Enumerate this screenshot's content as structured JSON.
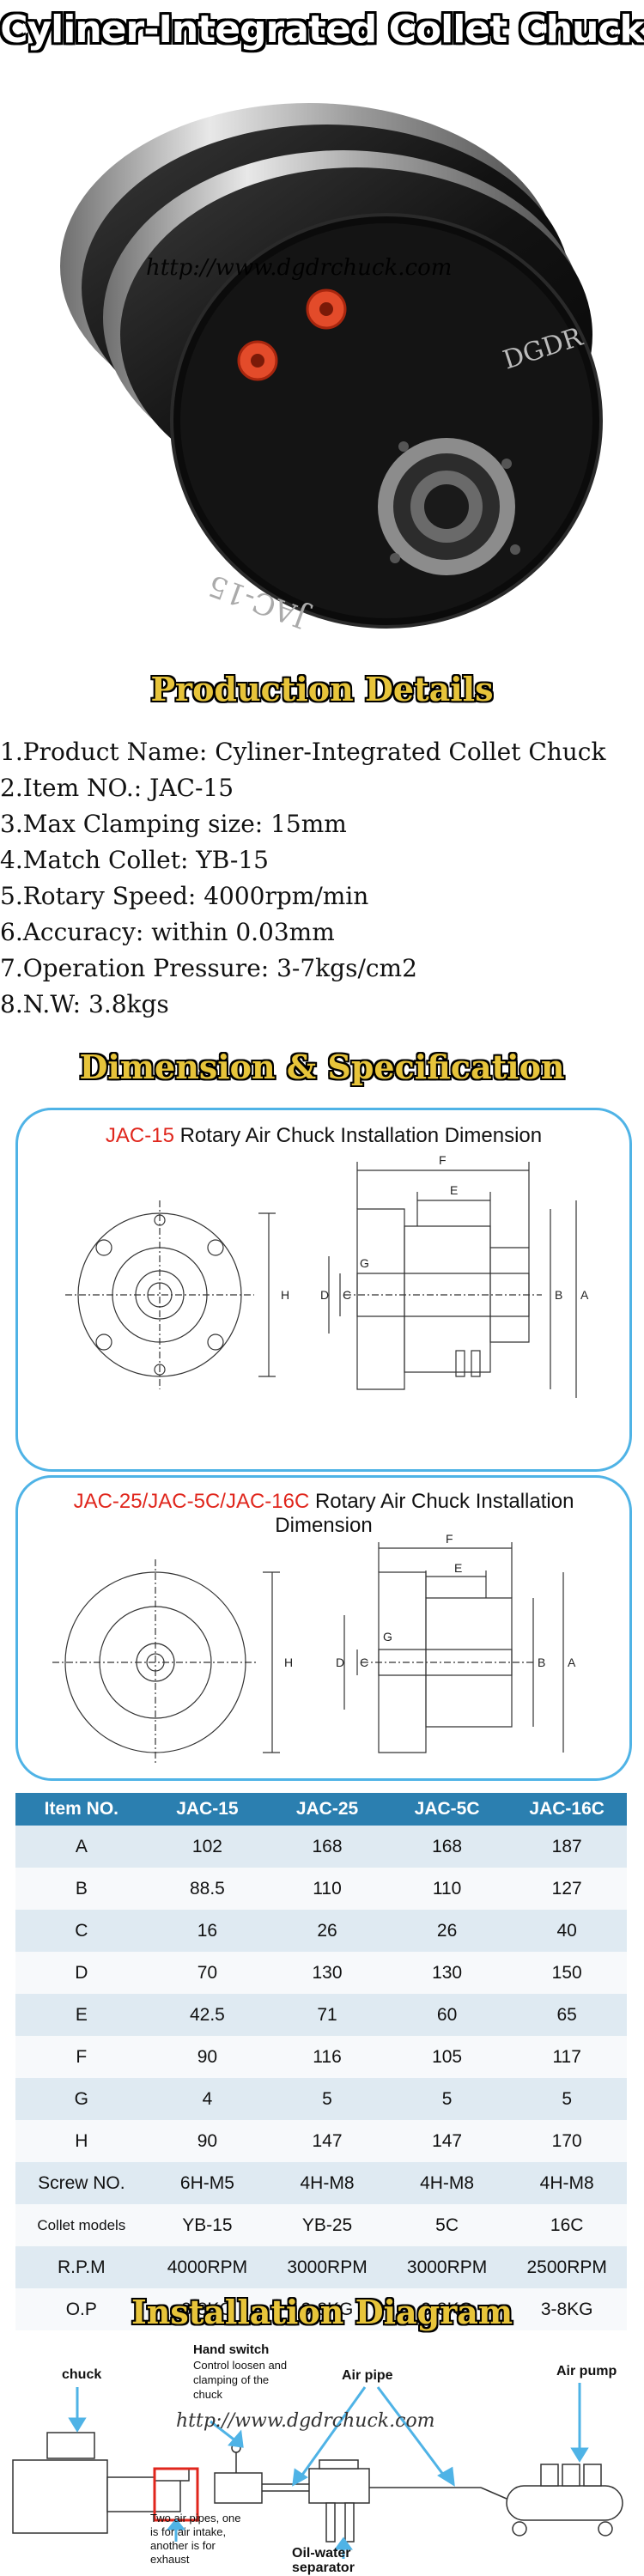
{
  "page_title": "Cyliner-Integrated Collet Chuck",
  "photo": {
    "watermark": "http://www.dgdrchuck.com",
    "brand_text": "DGDR",
    "model_engraving": "JAC-15"
  },
  "production": {
    "title": "Production Details",
    "items": [
      "1.Product Name: Cyliner-Integrated Collet Chuck",
      "2.Item NO.: JAC-15",
      "3.Max Clamping size: 15mm",
      "4.Match Collet: YB-15",
      "5.Rotary Speed: 4000rpm/min",
      "6.Accuracy: within 0.03mm",
      "7.Operation Pressure: 3-7kgs/cm2",
      "8.N.W: 3.8kgs"
    ]
  },
  "dimension": {
    "title": "Dimension & Specification",
    "panel1": {
      "model": "JAC-15",
      "title_rest": " Rotary Air Chuck Installation Dimension",
      "labels": {
        "F": "F",
        "E": "E",
        "H": "H",
        "D": "D",
        "C": "C",
        "B": "B",
        "A": "A",
        "G": "G"
      }
    },
    "panel2": {
      "model": "JAC-25/JAC-5C/JAC-16C",
      "title_rest": " Rotary Air Chuck Installation",
      "title_line2": "Dimension",
      "labels": {
        "F": "F",
        "E": "E",
        "H": "H",
        "D": "D",
        "C": "C",
        "B": "B",
        "A": "A",
        "G": "G"
      }
    }
  },
  "spec_table": {
    "headers": [
      "Item NO.",
      "JAC-15",
      "JAC-25",
      "JAC-5C",
      "JAC-16C"
    ],
    "rows": [
      [
        "A",
        "102",
        "168",
        "168",
        "187"
      ],
      [
        "B",
        "88.5",
        "110",
        "110",
        "127"
      ],
      [
        "C",
        "16",
        "26",
        "26",
        "40"
      ],
      [
        "D",
        "70",
        "130",
        "130",
        "150"
      ],
      [
        "E",
        "42.5",
        "71",
        "60",
        "65"
      ],
      [
        "F",
        "90",
        "116",
        "105",
        "117"
      ],
      [
        "G",
        "4",
        "5",
        "5",
        "5"
      ],
      [
        "H",
        "90",
        "147",
        "147",
        "170"
      ],
      [
        "Screw NO.",
        "6H-M5",
        "4H-M8",
        "4H-M8",
        "4H-M8"
      ],
      [
        "Collet models",
        "YB-15",
        "YB-25",
        "5C",
        "16C"
      ],
      [
        "R.P.M",
        "4000RPM",
        "3000RPM",
        "3000RPM",
        "2500RPM"
      ],
      [
        "O.P",
        "3-8KG",
        "3-8KG",
        "3-8KG",
        "3-8KG"
      ]
    ]
  },
  "installation": {
    "title": "Installation Diagram",
    "chuck_label": "chuck",
    "hand_switch_title": "Hand switch",
    "hand_switch_desc_1": "Control loosen and",
    "hand_switch_desc_2": "clamping of the",
    "hand_switch_desc_3": "chuck",
    "air_pipe_label": "Air pipe",
    "air_pump_label": "Air pump",
    "watermark": "http://www.dgdrchuck.com",
    "pipes_note_1": "Two air pipes, one",
    "pipes_note_2": "is for air intake,",
    "pipes_note_3": "another is for",
    "pipes_note_4": "exhaust",
    "separator_1": "Oil-water",
    "separator_2": "separator"
  },
  "colors": {
    "accent_blue": "#4fb3e6",
    "table_header": "#2b7fb0",
    "title_gold": "#e7c43a",
    "model_red": "#e0261c"
  }
}
